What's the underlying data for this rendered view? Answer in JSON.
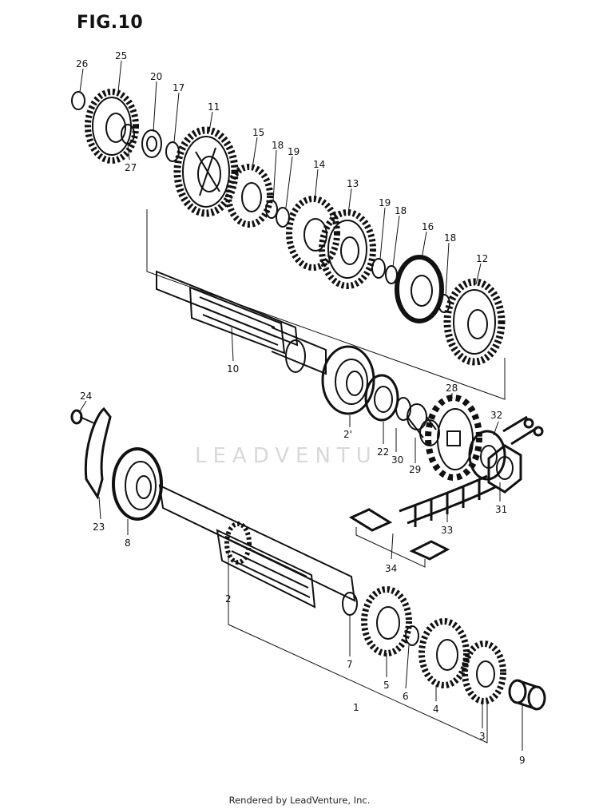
{
  "figure_title": "FIG.10",
  "watermark_text": "LEADVENTU",
  "footer_text": "Rendered by LeadVenture, Inc.",
  "part_labels": [
    "26",
    "25",
    "20",
    "17",
    "11",
    "27",
    "15",
    "18",
    "19",
    "14",
    "13",
    "19",
    "18",
    "16",
    "18",
    "12",
    "10",
    "28",
    "32",
    "24",
    "2'",
    "22",
    "30",
    "29",
    "31",
    "23",
    "8",
    "33",
    "34",
    "2",
    "7",
    "5",
    "6",
    "4",
    "3",
    "1",
    "9"
  ],
  "colors": {
    "ink": "#111111",
    "watermark": "#d8d8d8"
  }
}
